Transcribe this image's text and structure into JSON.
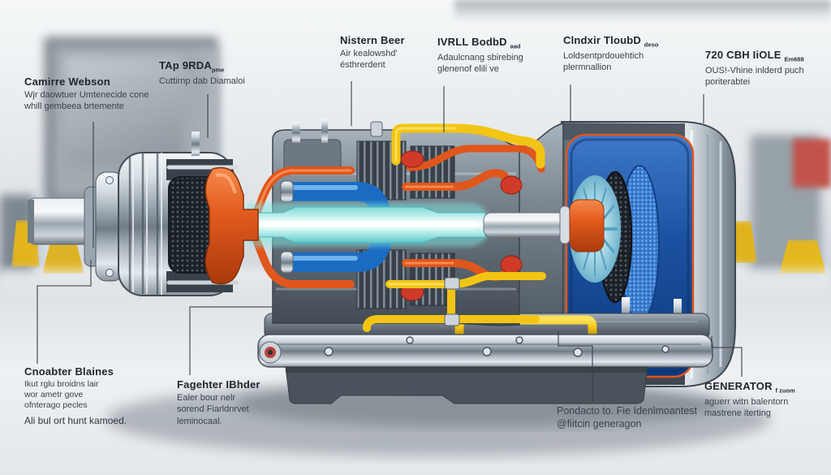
{
  "labels": {
    "camirre": {
      "title": "Camirre Webson",
      "line1": "Wjr daowtuer Umtenecide cone",
      "line2": "whill gembeea brtemente"
    },
    "tap": {
      "title": "TAp 9RDA",
      "sup": "pme",
      "line1": "Cuttirnp dab Diamaloi"
    },
    "nistern": {
      "title": "Nistern Beer",
      "line1": "Air kealowshd'",
      "line2": "ésthrerdent"
    },
    "ivrll": {
      "title": "IVRLL BodbD",
      "sup": "aad",
      "line1": "Adaulcnang sbirebing",
      "line2": "glenenof elili ve"
    },
    "clndxir": {
      "title": "Clndxir TloubD",
      "sup": "deso",
      "line1": "Loldsentprdouehtich",
      "line2": "plermnallion"
    },
    "cbh": {
      "title": "720 CBH IiOLE",
      "sup": "Em688",
      "line1": "OUS!-Vhine inlderd puch",
      "line2": "poriterabtei"
    },
    "cnoabter": {
      "title": "Cnoabter Blaines",
      "line1": "Ikut rglu broidns lair",
      "line2": "wor ametr gove",
      "line3": "ofnterago pecles",
      "footer": "Ali bul ort hunt kamoed."
    },
    "fagehter": {
      "title": "Fagehter IBhder",
      "line1": "Ealer bour nelr",
      "line2": "sorend Fiarldnrvet",
      "line3": "leminocaal."
    },
    "podacto": {
      "line1": "Pondacto to. Fie Idenlmoantest",
      "line2": "@fiitcin generagon"
    },
    "generator": {
      "title": "GENERATOR",
      "sup": "f zuom",
      "line1": "aguerr witn balentorn",
      "line2": "mastrene iterting"
    }
  },
  "colors": {
    "pipe_orange": "#e0561c",
    "pipe_yellow": "#f2c514",
    "pipe_blue": "#1d6ec7",
    "core_cyan": "#9fe8e4",
    "fan_blue": "#a8d8e8",
    "cavity_blue": "#1b50a0",
    "metal_light": "#d9e1e7",
    "metal_dark": "#5a646e",
    "label_text": "#3a424c"
  }
}
